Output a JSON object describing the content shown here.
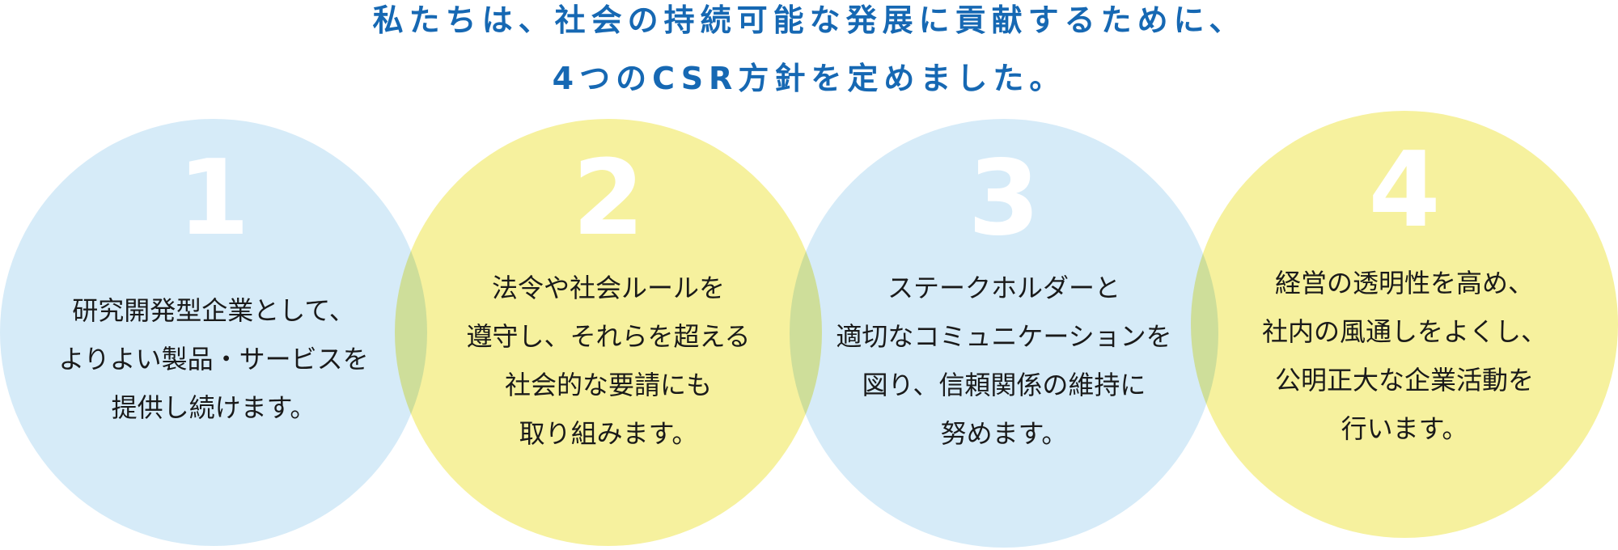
{
  "heading": {
    "line1": "私たちは、社会の持続可能な発展に貢献するために、",
    "line2": "4つのCSR方針を定めました。"
  },
  "colors": {
    "heading": "#1668b3",
    "circle_blue": "#d6ebf8",
    "circle_yellow": "#f6f19e",
    "number": "#ffffff",
    "text": "#1a1a1a"
  },
  "policies": [
    {
      "number": "1",
      "color": "blue",
      "lines": [
        "研究開発型企業として、",
        "よりよい製品・サービスを",
        "提供し続けます。"
      ]
    },
    {
      "number": "2",
      "color": "yellow",
      "lines": [
        "法令や社会ルールを",
        "遵守し、それらを超える",
        "社会的な要請にも",
        "取り組みます。"
      ]
    },
    {
      "number": "3",
      "color": "blue",
      "lines": [
        "ステークホルダーと",
        "適切なコミュニケーションを",
        "図り、信頼関係の維持に",
        "努めます。"
      ]
    },
    {
      "number": "4",
      "color": "yellow",
      "lines": [
        "経営の透明性を高め、",
        "社内の風通しをよくし、",
        "公明正大な企業活動を",
        "行います。"
      ]
    }
  ]
}
